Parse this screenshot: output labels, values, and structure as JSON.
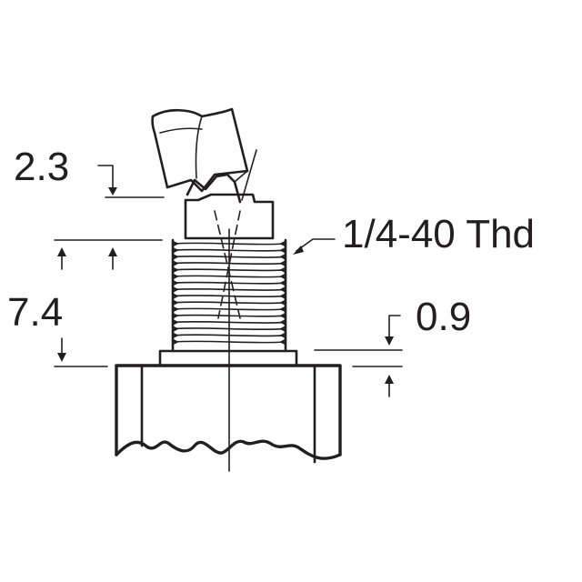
{
  "drawing": {
    "labels": {
      "lever_height": "2.3",
      "bushing_length": "7.4",
      "thread": "1/4-40 Thd",
      "nut_thickness": "0.9"
    }
  }
}
